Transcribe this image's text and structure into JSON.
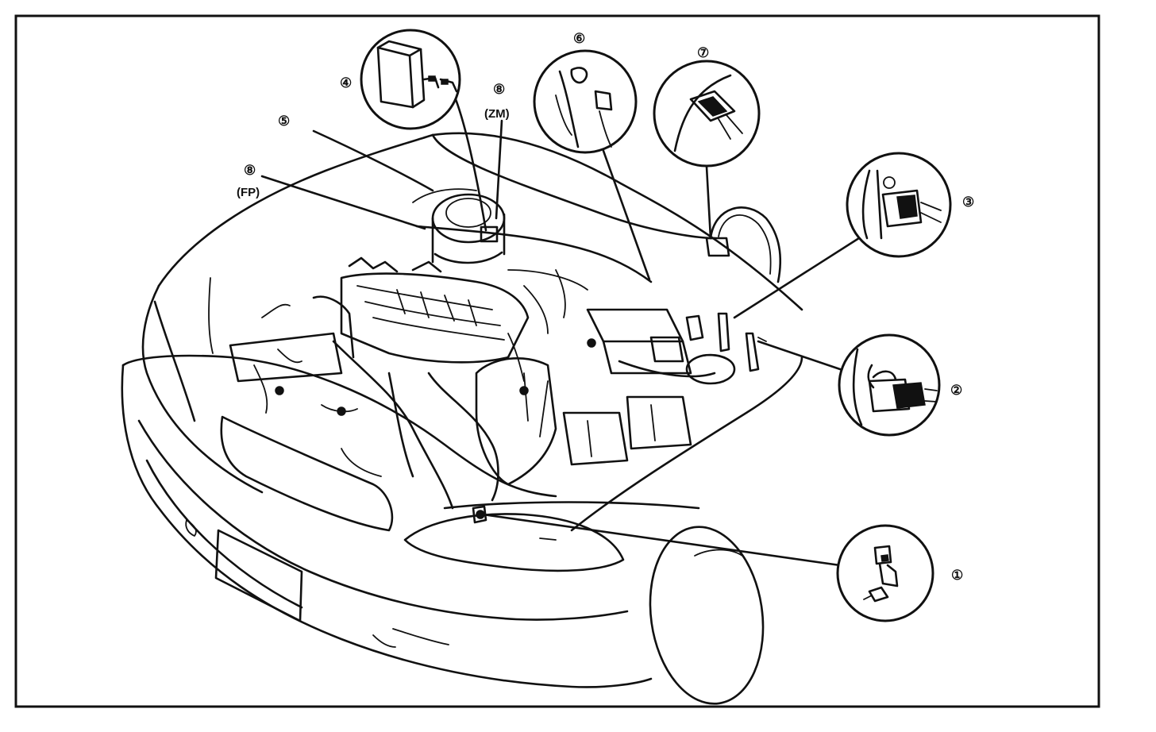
{
  "figure": {
    "callouts": [
      {
        "id": "c1",
        "number": "①",
        "sub": ""
      },
      {
        "id": "c2",
        "number": "②",
        "sub": ""
      },
      {
        "id": "c3",
        "number": "③",
        "sub": ""
      },
      {
        "id": "c4",
        "number": "④",
        "sub": ""
      },
      {
        "id": "c5",
        "number": "⑤",
        "sub": ""
      },
      {
        "id": "c6",
        "number": "⑥",
        "sub": ""
      },
      {
        "id": "c7",
        "number": "⑦",
        "sub": ""
      },
      {
        "id": "c8zm",
        "number": "⑧",
        "sub": "(ZM)"
      },
      {
        "id": "c8fp",
        "number": "⑧",
        "sub": "(FP)"
      }
    ],
    "colors": {
      "ink": "#111111",
      "paper": "#ffffff"
    }
  }
}
